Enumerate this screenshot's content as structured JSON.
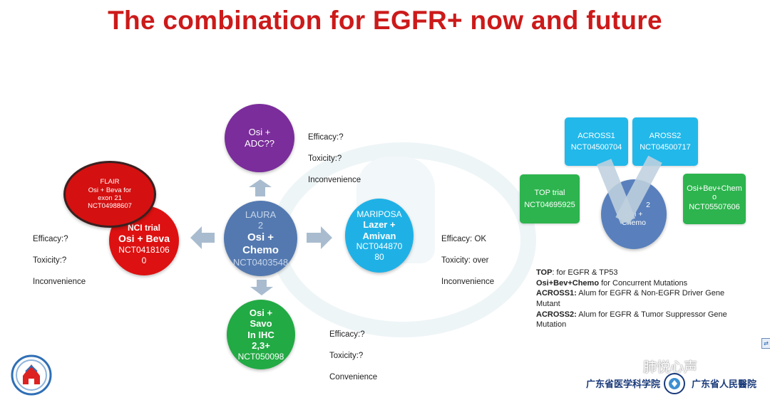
{
  "title": "The combination for EGFR+ now and future",
  "center": {
    "faint_top": "LAURA",
    "faint_num": "2",
    "line1": "Osi +",
    "line2": "Chemo",
    "faint_nct": "NCT0403548"
  },
  "top": {
    "line1": "Osi +",
    "line2": "ADC??",
    "note": [
      "Efficacy:?",
      "Toxicity:?",
      "Inconvenience"
    ]
  },
  "bottom": {
    "line1": "Osi +",
    "line2": "Savo",
    "line3": "In IHC",
    "line4": "2,3+",
    "nct": "NCT050098",
    "note": [
      "Efficacy:?",
      "Toxicity:?",
      "Convenience"
    ]
  },
  "right": {
    "title": "MARIPOSA",
    "line1": "Lazer +",
    "line2": "Amivan",
    "nct1": "NCT044870",
    "nct2": "80",
    "note": [
      "Efficacy: OK",
      "Toxicity: over",
      "Inconvenience"
    ]
  },
  "left": {
    "title": "NCI trial",
    "line1": "Osi + Beva",
    "nct1": "NCT0418106",
    "nct2": "0",
    "note": [
      "Efficacy:?",
      "Toxicity:?",
      "Inconvenience"
    ]
  },
  "flair": {
    "title": "FLAIR",
    "line1": "Osi + Beva for",
    "line2": "exon 21",
    "nct": "NCT04988607"
  },
  "trials": {
    "across1": {
      "name": "ACROSS1",
      "nct": "NCT04500704"
    },
    "aross2": {
      "name": "AROSS2",
      "nct": "NCT04500717"
    },
    "top_trial": {
      "name": "TOP trial",
      "nct": "NCT04695925"
    },
    "osi_bev": {
      "name1": "Osi+Bev+Chem",
      "name2": "o",
      "nct": "NCT05507606"
    },
    "osi_chemo": {
      "num": "2",
      "line1": "Osi +",
      "line2": "Chemo"
    }
  },
  "legend": [
    {
      "term": "TOP",
      "desc": ": for EGFR & TP53"
    },
    {
      "term": "Osi+Bev+Chemo",
      "desc": " for Concurrent Mutations"
    },
    {
      "term": "ACROSS1:",
      "desc": " Alum for EGFR & Non-EGFR Driver Gene Mutant"
    },
    {
      "term": "ACROSS2:",
      "desc": " Alum for EGFR & Tumor Suppressor Gene Mutation"
    }
  ],
  "footer": {
    "academy": "广东省医学科学院",
    "hospital": "广东省人民醫院",
    "watermark": "肺悦心声"
  },
  "colors": {
    "title": "#cc1a1a",
    "purple": "#7b2d9b",
    "steel": "#5479b0",
    "green": "#22aa44",
    "cyan": "#1fb1e6",
    "red": "#dd1111",
    "arrow": "#a9bccf"
  }
}
